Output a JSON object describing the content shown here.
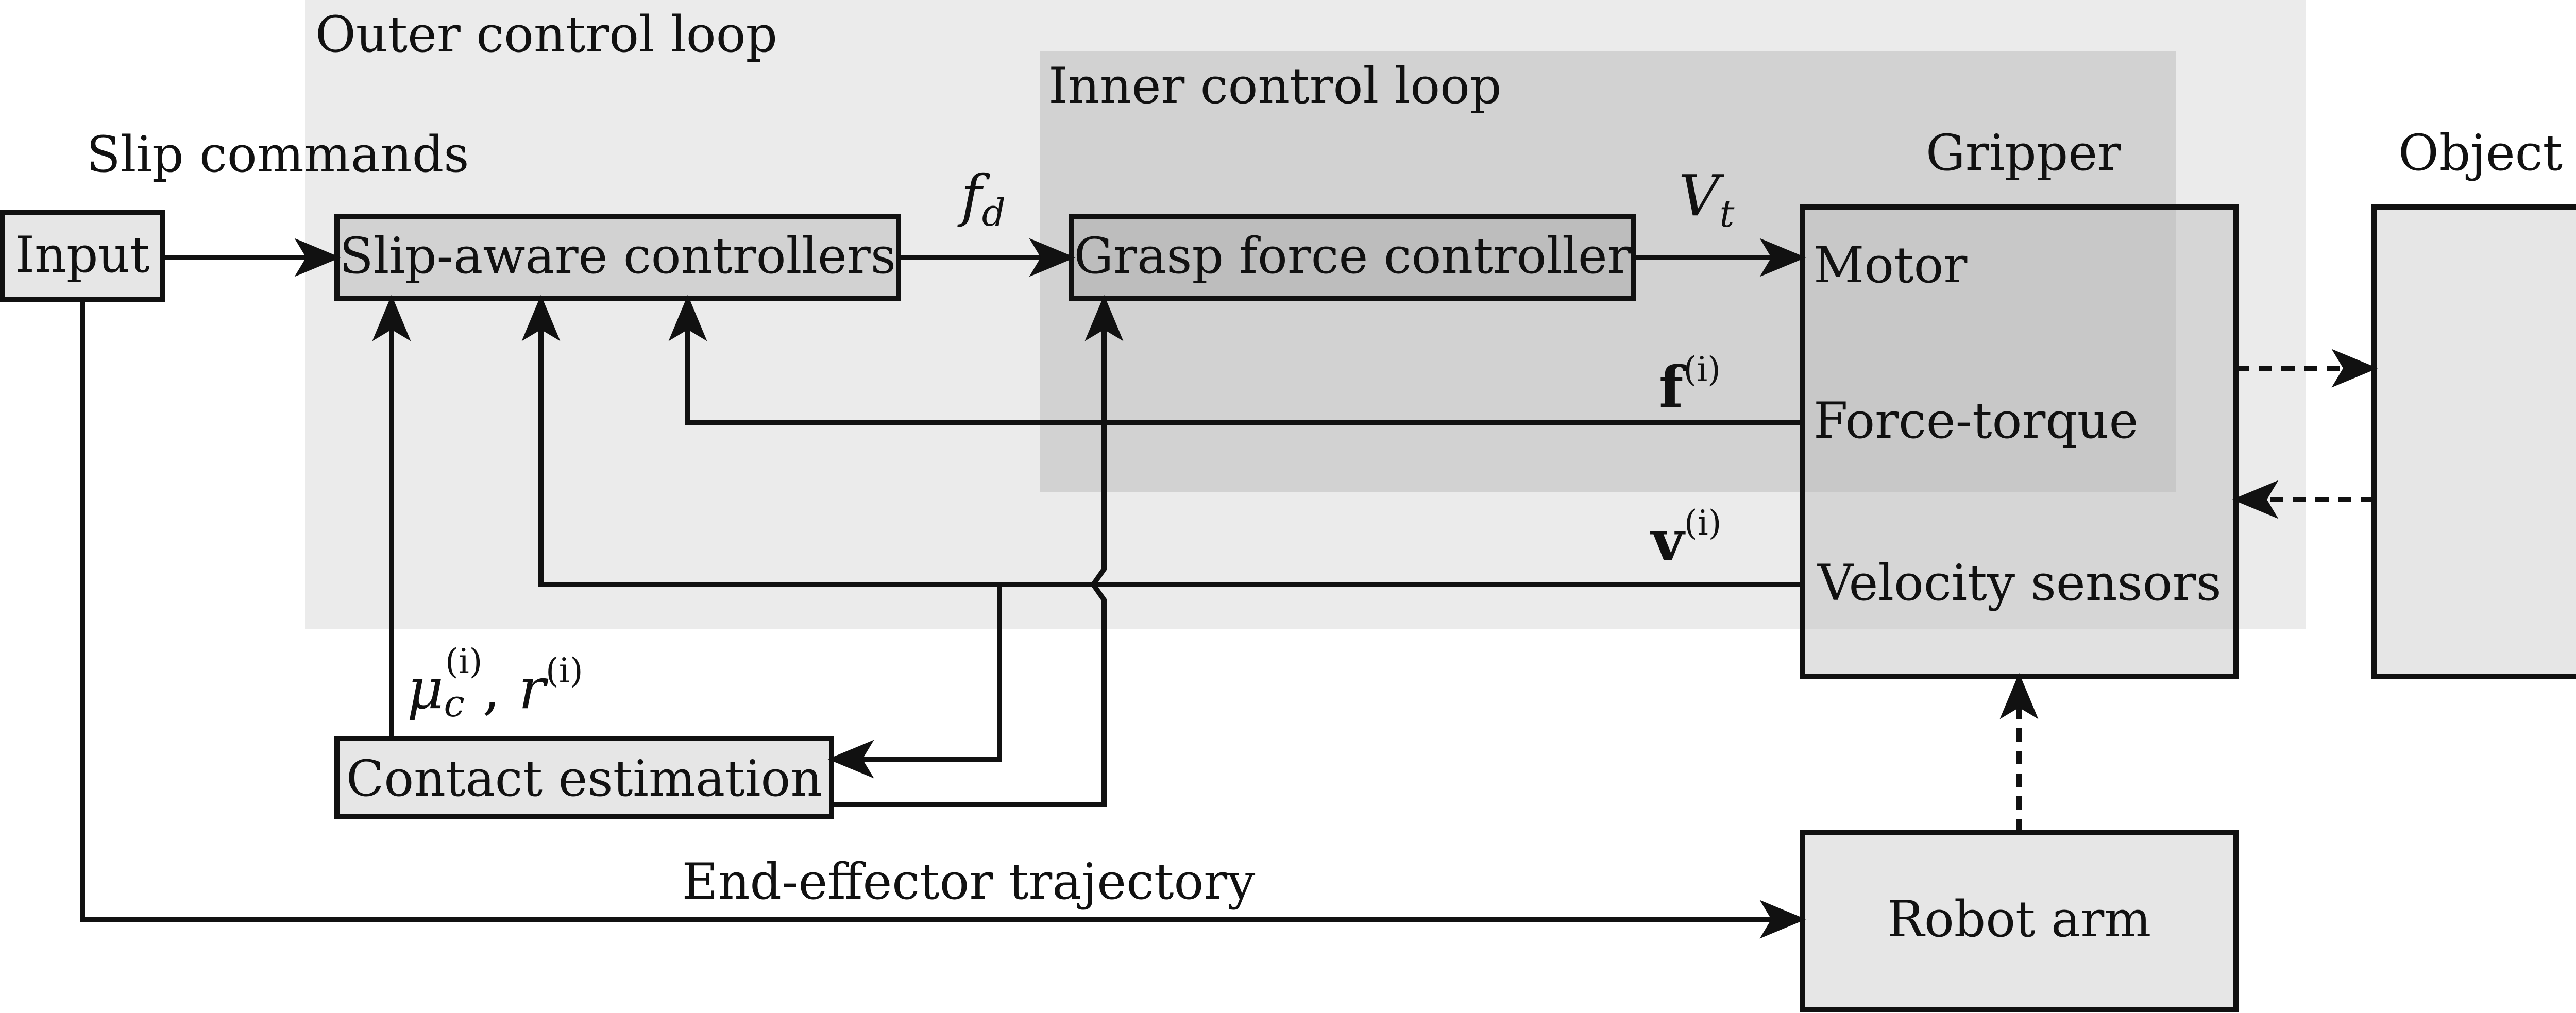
{
  "loops": {
    "outer_label": "Outer control loop",
    "inner_label": "Inner control loop"
  },
  "headings": {
    "slip_commands": "Slip commands",
    "gripper": "Gripper",
    "object": "Object"
  },
  "blocks": {
    "input": "Input",
    "slip_aware": "Slip-aware controllers",
    "grasp_force": "Grasp force controller",
    "contact_estimation": "Contact estimation",
    "robot_arm": "Robot arm"
  },
  "gripper_parts": {
    "motor": "Motor",
    "force_torque": "Force-torque",
    "velocity_sensors": "Velocity sensors"
  },
  "signals": {
    "fd": {
      "base": "f",
      "sub": "d"
    },
    "vt": {
      "base": "V",
      "sub": "t"
    },
    "f_i": {
      "base": "f",
      "sup": "(i)"
    },
    "v_i": {
      "base": "v",
      "sup": "(i)"
    },
    "mu_r": {
      "mu": "μ",
      "mu_sub": "c",
      "mu_sup": "(i)",
      "sep": ", ",
      "r": "r",
      "r_sup": "(i)"
    },
    "trajectory": "End-effector trajectory"
  },
  "colors": {
    "outer_region": "#ebebeb",
    "inner_region": "#d2d2d2",
    "block_fill": "#e6e6e6",
    "stroke": "#111111"
  }
}
